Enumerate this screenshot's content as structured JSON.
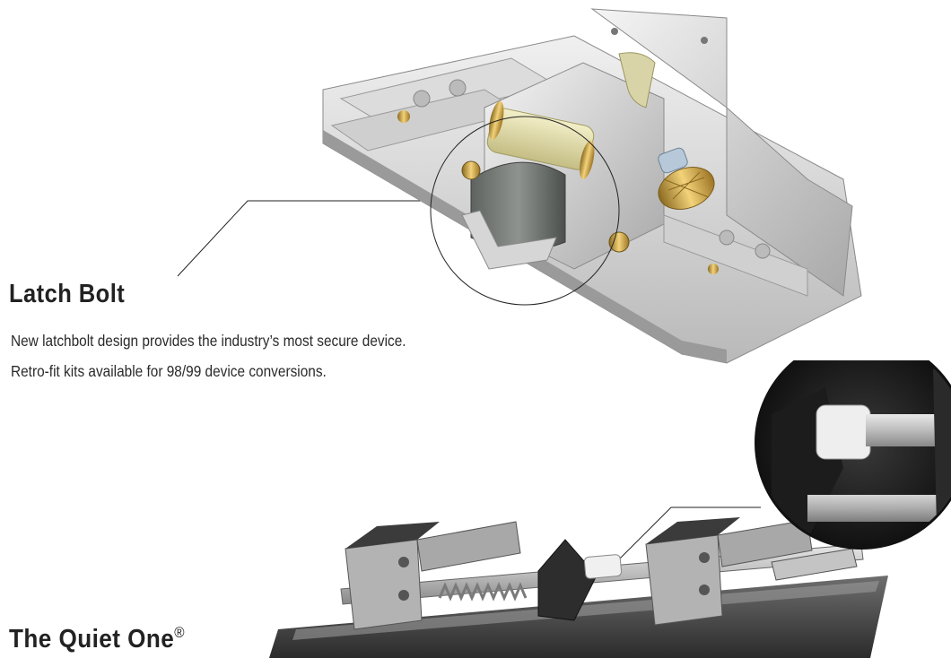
{
  "latch_bolt": {
    "title": "Latch Bolt",
    "description_line_1": "New latchbolt design provides the industry’s most secure device.",
    "description_line_2": "Retro-fit kits available for 98/99 device conversions."
  },
  "quiet_one": {
    "title": "The Quiet One",
    "trademark": "®"
  },
  "colors": {
    "metal_light": "#e4e4e4",
    "metal_mid": "#bdbdbd",
    "metal_dark": "#8a8a8a",
    "brass": "#d9a23a",
    "dark_plastic": "#3a3a3a",
    "callout_line": "#222222"
  }
}
